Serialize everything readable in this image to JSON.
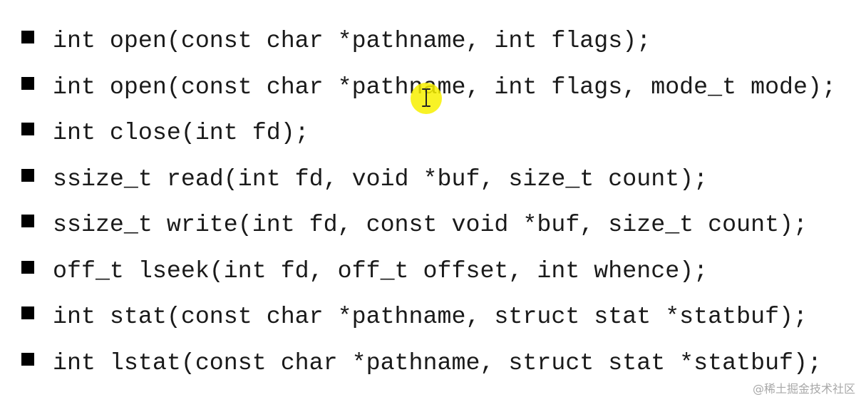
{
  "signatures": [
    "int open(const char *pathname, int flags);",
    "int open(const char *pathname, int flags, mode_t mode);",
    "int close(int fd);",
    "ssize_t read(int fd, void *buf, size_t count);",
    "ssize_t write(int fd, const void *buf, size_t count);",
    "off_t lseek(int fd, off_t offset, int whence);",
    "int stat(const char *pathname, struct stat *statbuf);",
    "int lstat(const char *pathname, struct stat *statbuf);"
  ],
  "watermark": "@稀土掘金技术社区",
  "colors": {
    "background": "#ffffff",
    "text": "#1a1a1a",
    "bullet": "#000000",
    "cursor_highlight": "#f7f000",
    "watermark": "#a8a8a8"
  },
  "icons": {
    "bullet": "square-bullet-icon",
    "cursor": "text-cursor-icon"
  }
}
